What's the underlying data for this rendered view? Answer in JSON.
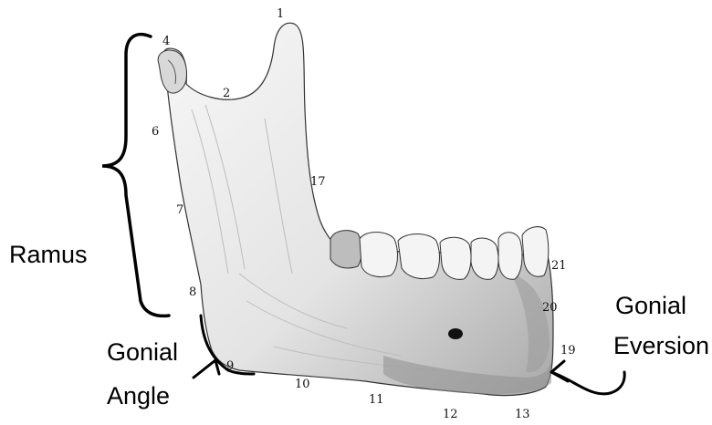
{
  "labels": {
    "ramus": "Ramus",
    "gonial_angle_line1": "Gonial",
    "gonial_angle_line2": "Angle",
    "gonial_eversion_line1": "Gonial",
    "gonial_eversion_line2": "Eversion"
  },
  "landmarks": {
    "n1": "1",
    "n2": "2",
    "n4": "4",
    "n6": "6",
    "n7": "7",
    "n8": "8",
    "n9": "9",
    "n10": "10",
    "n11": "11",
    "n12": "12",
    "n13": "13",
    "n17": "17",
    "n19": "19",
    "n20": "20",
    "n21": "21"
  },
  "colors": {
    "bone_fill": "#ebebeb",
    "bone_shadow": "#9a9a9a",
    "teeth_fill": "#f4f4f4",
    "ink": "#000000"
  }
}
